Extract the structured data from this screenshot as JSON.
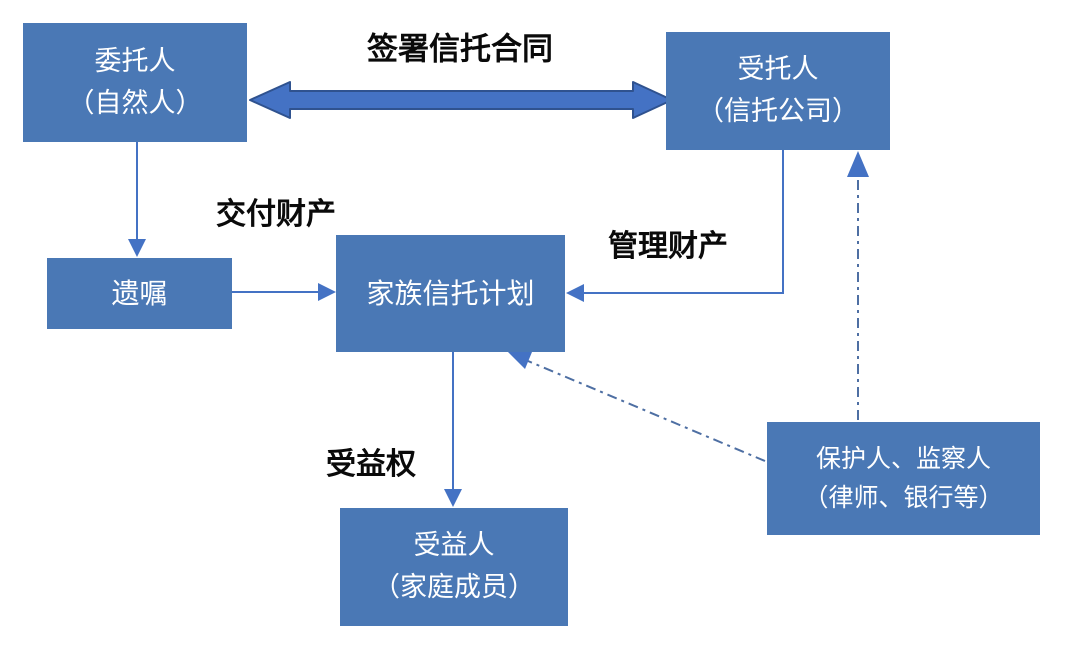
{
  "diagram": {
    "nodes": {
      "settlor": {
        "line1": "委托人",
        "line2": "（自然人）"
      },
      "trustee": {
        "line1": "受托人",
        "line2": "（信托公司）"
      },
      "will": {
        "line1": "遗嘱"
      },
      "plan": {
        "line1": "家族信托计划"
      },
      "beneficiary": {
        "line1": "受益人",
        "line2": "（家庭成员）"
      },
      "protector": {
        "line1": "保护人、监察人",
        "line2": "（律师、银行等）"
      }
    },
    "edge_labels": {
      "sign_contract": "签署信托合同",
      "deliver_property": "交付财产",
      "manage_property": "管理财产",
      "beneficiary_right": "受益权"
    },
    "edges": [
      {
        "from": "settlor",
        "to": "trustee",
        "label": "签署信托合同",
        "style": "thick-double-arrow"
      },
      {
        "from": "settlor",
        "to": "will",
        "label": "交付财产",
        "style": "solid-arrow"
      },
      {
        "from": "will",
        "to": "plan",
        "label": "",
        "style": "solid-arrow"
      },
      {
        "from": "trustee",
        "to": "plan",
        "label": "管理财产",
        "style": "solid-elbow-arrow"
      },
      {
        "from": "plan",
        "to": "beneficiary",
        "label": "受益权",
        "style": "solid-arrow"
      },
      {
        "from": "protector",
        "to": "trustee",
        "label": "",
        "style": "dash-dot-arrow"
      },
      {
        "from": "protector",
        "to": "plan",
        "label": "",
        "style": "dash-dot-arrow"
      }
    ],
    "colors": {
      "node_fill": "#4A78B5",
      "node_text": "#FFFFFF",
      "arrow": "#4472C4",
      "thick_arrow_fill": "#4472C4",
      "thick_arrow_stroke": "#2F528F",
      "dash_arrow": "#4E6FA3",
      "label_text": "#0A0A0A",
      "background": "#FFFFFF"
    }
  }
}
